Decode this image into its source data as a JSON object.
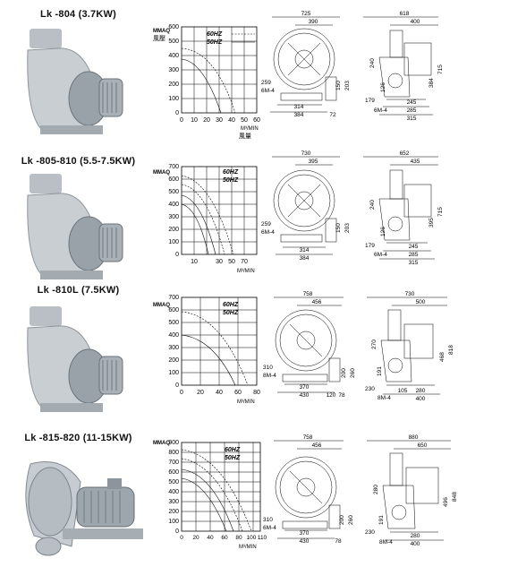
{
  "rows": [
    {
      "title": "Lk -804  (3.7KW)",
      "chart": {
        "ylabel": "MMAQ",
        "ylabel_cn": "風壓",
        "yticks": [
          "600",
          "500",
          "400",
          "300",
          "200",
          "100",
          "0"
        ],
        "xticks": [
          "0",
          "10",
          "20",
          "30",
          "40",
          "50",
          "60"
        ],
        "xunit": "M³/MIN",
        "xunit_cn": "風量",
        "legend": [
          "60HZ",
          "50HZ"
        ]
      },
      "front": {
        "top": "725",
        "top2": "390",
        "side1": "259",
        "side2": "6M-4",
        "r1": "150",
        "r2": "203",
        "b1": "314",
        "b2": "384",
        "b3": "72"
      },
      "side": {
        "top": "618",
        "top2": "400",
        "v1": "240",
        "v2": "715",
        "v3": "384",
        "l1": "126",
        "l2": "179",
        "l3": "6M-4",
        "b1": "245",
        "b2": "285",
        "b3": "315"
      }
    },
    {
      "title": "Lk -805-810  (5.5-7.5KW)",
      "chart": {
        "ylabel": "MMAQ",
        "yticks": [
          "700",
          "600",
          "500",
          "400",
          "300",
          "200",
          "100",
          "0"
        ],
        "xticks": [
          "10",
          "30",
          "50",
          "70"
        ],
        "xunit": "M³/MIN",
        "legend": [
          "60HZ",
          "50HZ"
        ]
      },
      "front": {
        "top": "730",
        "top2": "395",
        "side1": "259",
        "side2": "6M-4",
        "r1": "150",
        "r2": "203",
        "b1": "314",
        "b2": "384"
      },
      "side": {
        "top": "652",
        "top2": "435",
        "v1": "240",
        "v2": "715",
        "v3": "395",
        "l1": "126",
        "l2": "179",
        "l3": "6M-4",
        "b1": "245",
        "b2": "285",
        "b3": "315"
      }
    },
    {
      "title": "Lk -810L  (7.5KW)",
      "chart": {
        "ylabel": "MMAQ",
        "yticks": [
          "700",
          "600",
          "500",
          "400",
          "300",
          "200",
          "100",
          "0"
        ],
        "xticks": [
          "0",
          "20",
          "40",
          "60",
          "80"
        ],
        "xunit": "M³/MIN",
        "legend": [
          "60HZ",
          "50HZ"
        ]
      },
      "front": {
        "top": "758",
        "top2": "456",
        "side1": "310",
        "side2": "8M-4",
        "r1": "200",
        "r2": "260",
        "b1": "370",
        "b2": "120",
        "b3": "78",
        "b4": "430"
      },
      "side": {
        "top": "730",
        "top2": "500",
        "v1": "270",
        "v2": "468",
        "v3": "818",
        "l1": "191",
        "l2": "230",
        "l3": "8M-4",
        "b1": "105",
        "b2": "280",
        "b3": "400"
      }
    },
    {
      "title": "Lk -815-820  (11-15KW)",
      "chart": {
        "ylabel": "MMAQ",
        "yticks": [
          "900",
          "800",
          "700",
          "600",
          "500",
          "400",
          "300",
          "200",
          "100",
          "0"
        ],
        "xticks": [
          "0",
          "20",
          "40",
          "60",
          "80",
          "100",
          "110"
        ],
        "xunit": "M³/MIN",
        "legend": [
          "60HZ",
          "50HZ"
        ]
      },
      "front": {
        "top": "758",
        "top2": "456",
        "side1": "310",
        "side2": "6M-4",
        "r1": "200",
        "r2": "260",
        "b1": "370",
        "b2": "78",
        "b3": "430"
      },
      "side": {
        "top": "880",
        "top2": "650",
        "v1": "280",
        "v2": "496",
        "v3": "848",
        "l1": "191",
        "l2": "230",
        "l3": "8M-4",
        "b1": "280",
        "b2": "400"
      }
    }
  ]
}
